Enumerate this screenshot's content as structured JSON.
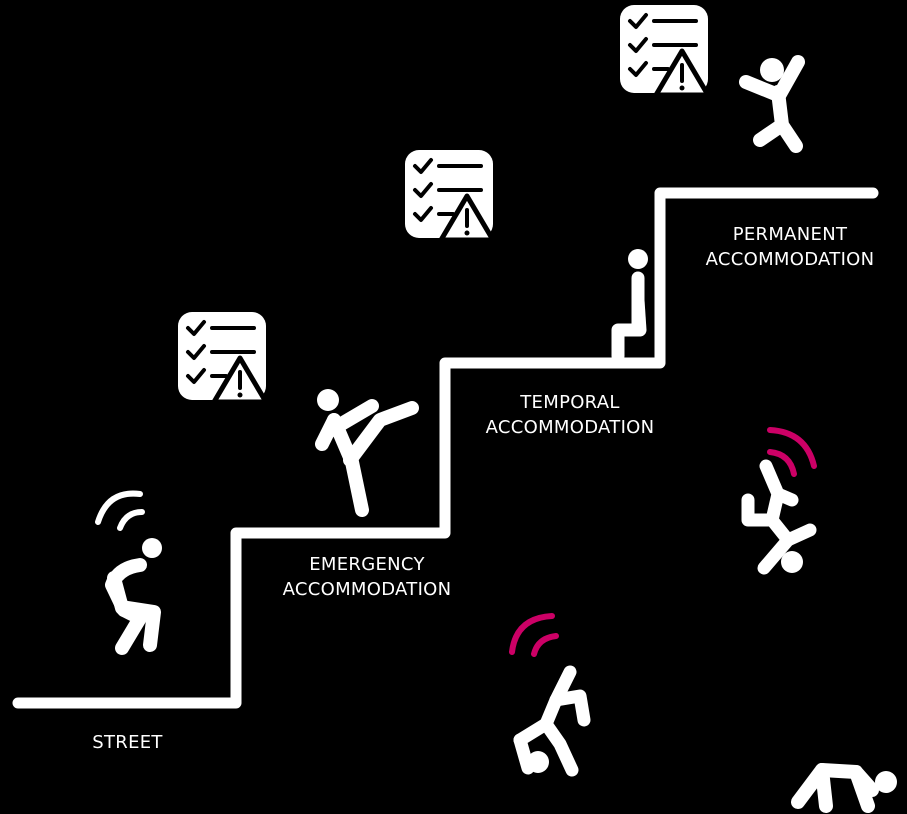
{
  "colors": {
    "background": "#000000",
    "foreground": "#ffffff",
    "accent": "#cc0066"
  },
  "stages": [
    {
      "id": "street",
      "lines": [
        "STREET"
      ]
    },
    {
      "id": "emergency",
      "lines": [
        "EMERGENCY",
        "ACCOMMODATION"
      ]
    },
    {
      "id": "temporal",
      "lines": [
        "TEMPORAL",
        "ACCOMMODATION"
      ]
    },
    {
      "id": "permanent",
      "lines": [
        "PERMANENT",
        "ACCOMMODATION"
      ]
    }
  ],
  "icons": [
    "checklist-warning-icon",
    "walking-person-icon",
    "kicking-person-icon",
    "sitting-person-icon",
    "jumping-person-icon",
    "falling-person-icon",
    "crawling-person-icon",
    "signal-waves-icon"
  ]
}
